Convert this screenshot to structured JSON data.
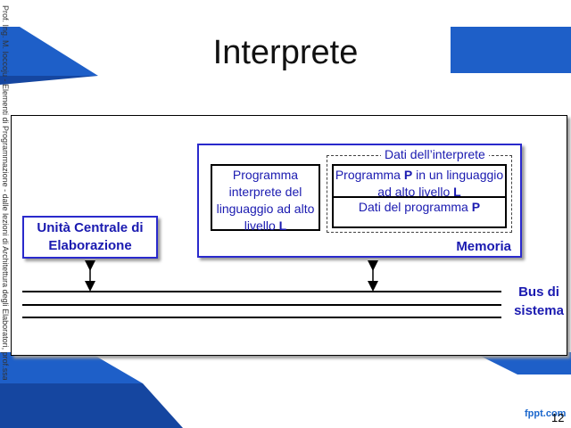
{
  "slide": {
    "title": "Interprete",
    "side_text": "Prof. Ing. M. Ioccoju - Elementi di Programmazione - dalle lezioni di Architettura degli Elaboratori, prof.ssa I. Venditti",
    "page_number": "12",
    "footer_logo": "fppt.com"
  },
  "diagram": {
    "cpu_label": "Unità Centrale di Elaborazione",
    "memory_label": "Memoria",
    "interpreter_data_label": "Dati dell’interprete",
    "interpreter_program": {
      "line1": "Programma",
      "line2": "interprete del",
      "line3": "linguaggio ad alto",
      "line4_text": "livello ",
      "line4_bold": "L"
    },
    "program_p": {
      "line1_text": "Programma ",
      "line1_bold": "P",
      "line1_rest": " in un linguaggio",
      "line2_text": "ad alto livello ",
      "line2_bold": "L"
    },
    "program_data": {
      "text": "Dati del programma ",
      "bold": "P"
    },
    "bus_label_line1": "Bus di",
    "bus_label_line2": "sistema"
  },
  "colors": {
    "accent_blue": "#1a1ab0",
    "box_border_blue": "#2a2acc",
    "decor_blue": "#1e5fc8"
  }
}
